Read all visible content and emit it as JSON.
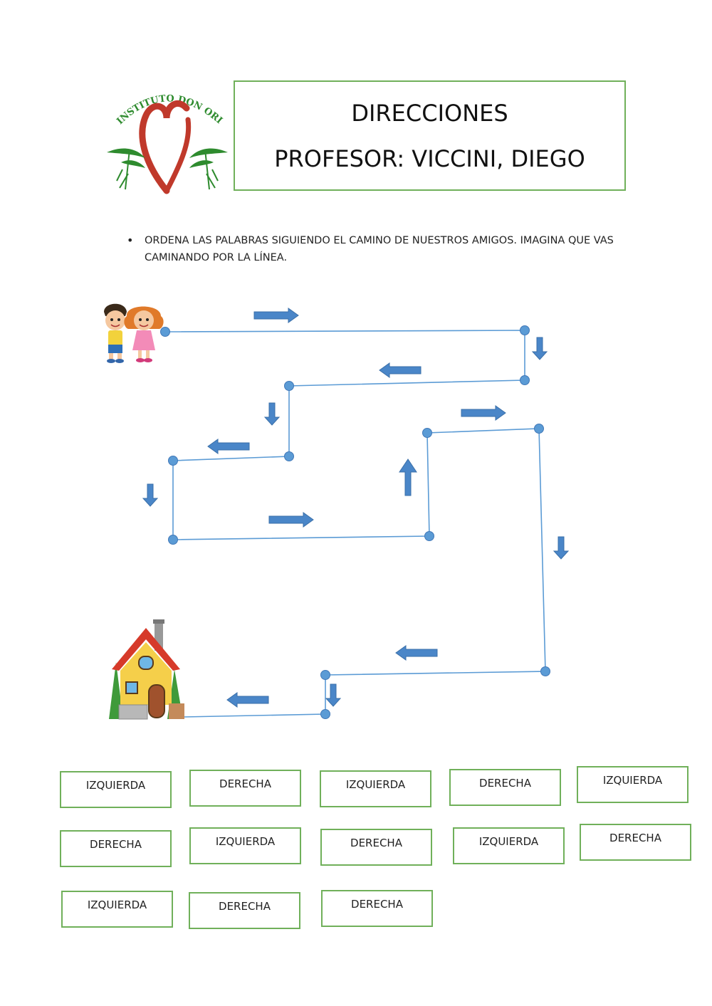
{
  "header": {
    "logo_text": "INSTITUTO DON ORIONE",
    "title": "DIRECCIONES",
    "teacher": "PROFESOR: VICCINI, DIEGO"
  },
  "instruction": {
    "bullet": "•",
    "text": "ORDENA LAS PALABRAS SIGUIENDO EL CAMINO DE NUESTROS AMIGOS. IMAGINA QUE VAS CAMINANDO POR LA LÍNEA."
  },
  "colors": {
    "accent_green": "#70b05a",
    "path_blue": "#5b9bd5",
    "arrow_blue": "#4a86c8",
    "logo_red": "#c0392b",
    "logo_green": "#2e8b2e"
  },
  "icons": [
    "kids-icon",
    "house-icon"
  ],
  "words": [
    "IZQUIERDA",
    "DERECHA",
    "IZQUIERDA",
    "DERECHA",
    "IZQUIERDA",
    "DERECHA",
    "IZQUIERDA",
    "DERECHA",
    "IZQUIERDA",
    "DERECHA",
    "IZQUIERDA",
    "DERECHA",
    "DERECHA"
  ]
}
